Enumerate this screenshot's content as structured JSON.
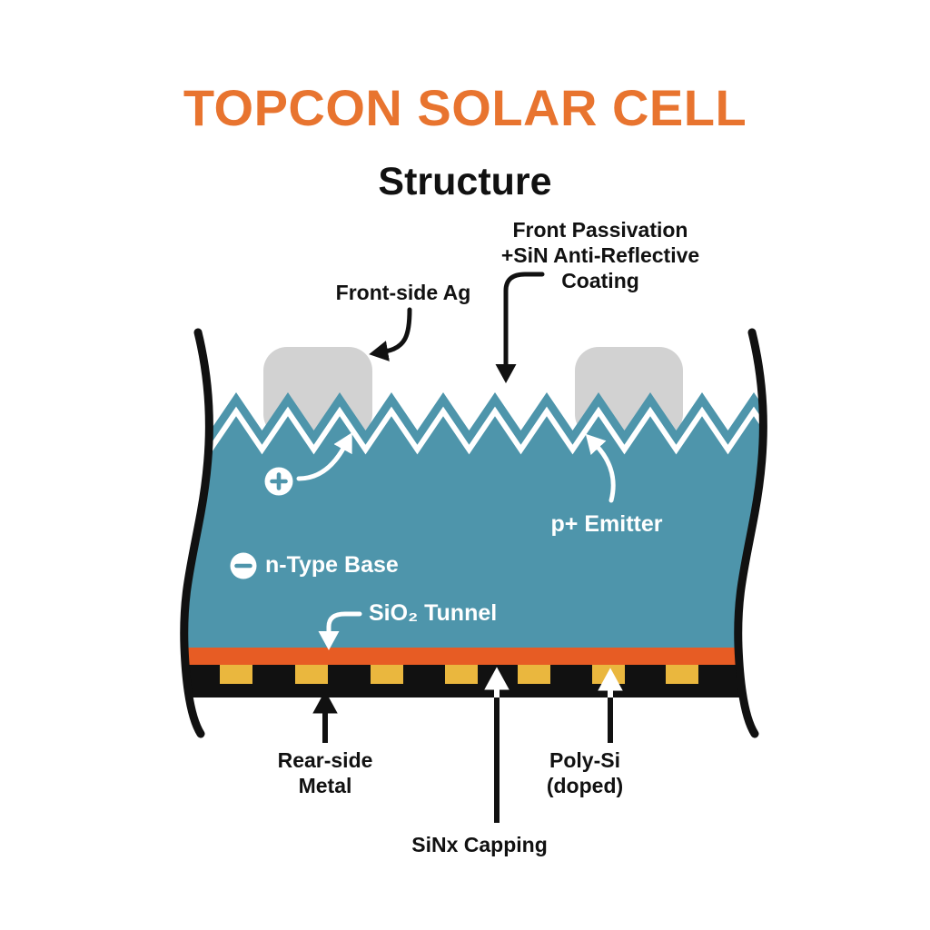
{
  "title": {
    "main": "TOPCON SOLAR CELL",
    "subtitle": "Structure"
  },
  "annotations": {
    "front_passivation": "Front Passivation\n+SiN Anti-Reflective\nCoating",
    "front_side_ag": "Front-side Ag",
    "p_emitter": "p+ Emitter",
    "n_type_base": "n-Type Base",
    "sio2_tunnel": "SiO₂ Tunnel",
    "rear_side_metal": "Rear-side\nMetal",
    "sinx_capping": "SiNx Capping",
    "poly_si_doped": "Poly-Si\n(doped)"
  },
  "symbols": {
    "plus": "+",
    "minus": "−"
  },
  "layers": [
    {
      "name": "Front-side Ag contact",
      "color": "#d2d2d2"
    },
    {
      "name": "Front Passivation + SiN Anti-Reflective Coating (textured surface)",
      "color": "#ffffff"
    },
    {
      "name": "p+ Emitter / n-Type Base wafer",
      "color": "#4e95ab"
    },
    {
      "name": "SiO₂ Tunnel",
      "color": "#e75c24"
    },
    {
      "name": "Poly-Si (doped) fingers",
      "color": "#eab73e"
    },
    {
      "name": "Rear-side Metal with SiNx Capping",
      "color": "#111111"
    }
  ],
  "colors": {
    "title-orange": "#e8742f",
    "layer-orange": "#e75c24",
    "teal": "#4e95ab",
    "gray": "#d2d2d2",
    "yellow": "#eab73e",
    "ink": "#111111",
    "background": "#ffffff"
  }
}
